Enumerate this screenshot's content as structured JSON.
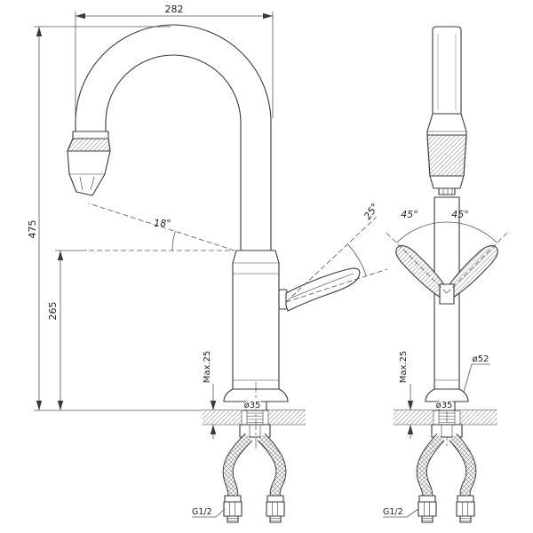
{
  "drawing": {
    "labels": {
      "width": "282",
      "height_total": "475",
      "height_body": "265",
      "spout_angle": "18°",
      "handle_angle": "25°",
      "swing_left": "45°",
      "swing_right": "45°",
      "deck_max_left": "Max.25",
      "deck_max_right": "Max.25",
      "base_dia_left": "ø35",
      "base_dia_right": "ø35",
      "escutcheon_dia": "ø52",
      "hose_thread_left": "G1/2",
      "hose_thread_right": "G1/2"
    },
    "colors": {
      "line": "#3a3a3a",
      "dim": "#555555",
      "text": "#1f1f1f",
      "background": "#ffffff"
    }
  }
}
